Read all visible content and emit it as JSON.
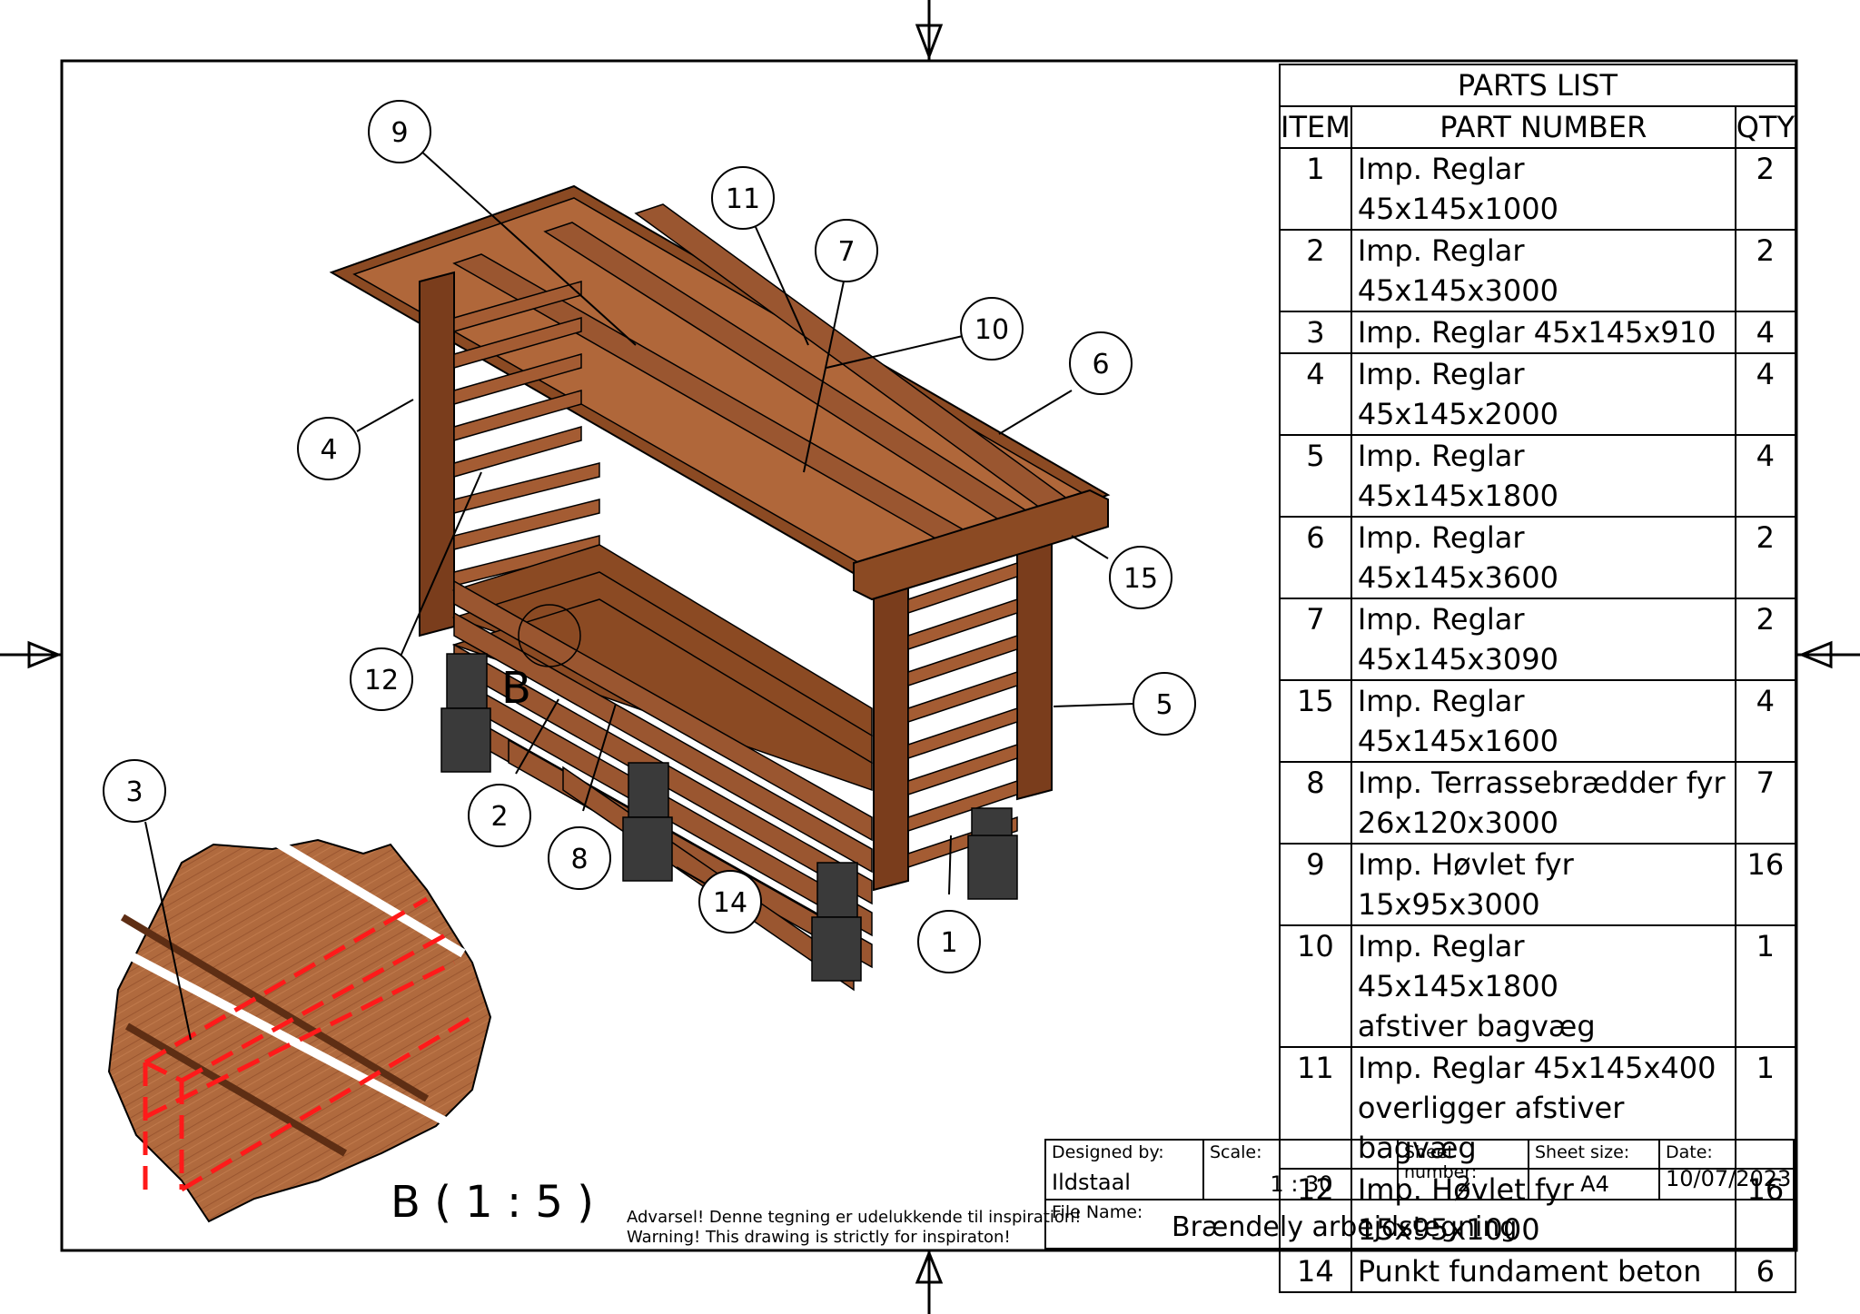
{
  "parts_list": {
    "title": "PARTS LIST",
    "headers": {
      "item": "ITEM",
      "part": "PART NUMBER",
      "qty": "QTY"
    },
    "rows": [
      {
        "item": "1",
        "part": "Imp. Reglar 45x145x1000",
        "qty": "2"
      },
      {
        "item": "2",
        "part": "Imp. Reglar 45x145x3000",
        "qty": "2"
      },
      {
        "item": "3",
        "part": "Imp. Reglar 45x145x910",
        "qty": "4"
      },
      {
        "item": "4",
        "part": "Imp. Reglar 45x145x2000",
        "qty": "4"
      },
      {
        "item": "5",
        "part": "Imp. Reglar 45x145x1800",
        "qty": "4"
      },
      {
        "item": "6",
        "part": "Imp. Reglar 45x145x3600",
        "qty": "2"
      },
      {
        "item": "7",
        "part": "Imp. Reglar 45x145x3090",
        "qty": "2"
      },
      {
        "item": "15",
        "part": "Imp. Reglar 45x145x1600",
        "qty": "4"
      },
      {
        "item": "8",
        "part": "Imp. Terrassebrædder fyr",
        "part2": "26x120x3000",
        "qty": "7"
      },
      {
        "item": "9",
        "part": "Imp. Høvlet fyr",
        "part2": "15x95x3000",
        "qty": "16"
      },
      {
        "item": "10",
        "part": "Imp. Reglar 45x145x1800",
        "part2": "afstiver bagvæg",
        "qty": "1"
      },
      {
        "item": "11",
        "part": "Imp. Reglar 45x145x400",
        "part2": "overligger afstiver bagvæg",
        "qty": "1"
      },
      {
        "item": "12",
        "part": "Imp. Høvlet fyr",
        "part2": "15x95x1000",
        "qty": "16"
      },
      {
        "item": "14",
        "part": "Punkt fundament beton",
        "qty": "6"
      }
    ]
  },
  "callouts": [
    "9",
    "11",
    "7",
    "10",
    "6",
    "4",
    "15",
    "12",
    "5",
    "3",
    "2",
    "8",
    "14",
    "1"
  ],
  "detail": {
    "marker": "B",
    "label": "B ( 1 : 5 )"
  },
  "warning": {
    "line1": "Advarsel! Denne tegning er udelukkende til inspiration!",
    "line2": "Warning! This drawing is strictly for inspiraton!"
  },
  "title_block": {
    "designed_by_label": "Designed by:",
    "designed_by": "Ildstaal",
    "scale_label": "Scale:",
    "scale": "1 : 30",
    "sheet_number_label": "Sheet number:",
    "sheet_number": "2",
    "sheet_size_label": "Sheet size:",
    "sheet_size": "A4",
    "date_label": "Date:",
    "date": "10/07/2023",
    "file_name_label": "File Name:",
    "file_name": "Brændely arbejdstegning"
  },
  "colors": {
    "wood": "#8B4A23",
    "wood_dark": "#5E2E14",
    "wood_light": "#B0673A",
    "concrete": "#3a3a3a",
    "detail_red": "#ff1a1a"
  }
}
